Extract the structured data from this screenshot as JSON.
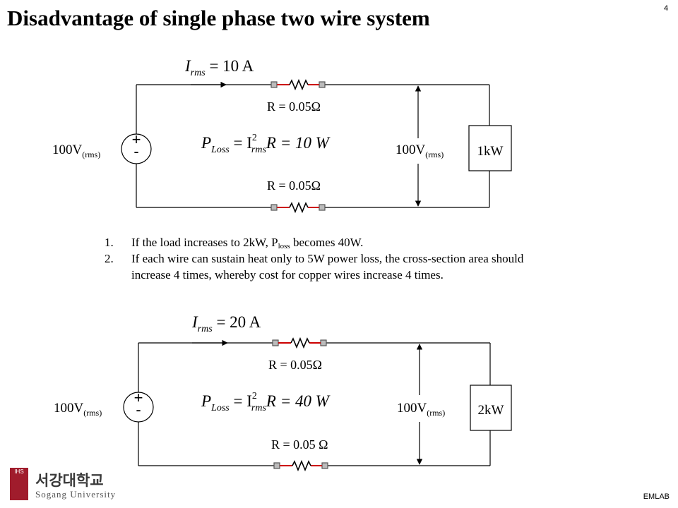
{
  "page": {
    "title": "Disadvantage of single phase two wire system",
    "page_number": "4",
    "lab_label": "EMLAB"
  },
  "circuit1": {
    "current": "I",
    "current_sub": "rms",
    "current_value": " = 10 A",
    "resistor_top": "R = 0.05Ω",
    "resistor_bottom": "R = 0.05Ω",
    "loss_p": "P",
    "loss_sub": "Loss",
    "loss_mid": " = I",
    "loss_sup": "2",
    "loss_sub2": "rms",
    "loss_tail": "R = 10 W",
    "source_voltage": "100V",
    "source_voltage_sub": "(rms)",
    "load_voltage": "100V",
    "load_voltage_sub": "(rms)",
    "load": "1kW",
    "plus": "+",
    "minus": "-"
  },
  "circuit2": {
    "current": "I",
    "current_sub": "rms",
    "current_value": " = 20 A",
    "resistor_top": "R = 0.05Ω",
    "resistor_bottom": "R = 0.05 Ω",
    "loss_p": "P",
    "loss_sub": "Loss",
    "loss_mid": " = I",
    "loss_sup": "2",
    "loss_sub2": "rms",
    "loss_tail": "R = 40 W",
    "source_voltage": "100V",
    "source_voltage_sub": "(rms)",
    "load_voltage": "100V",
    "load_voltage_sub": "(rms)",
    "load": "2kW",
    "plus": "+",
    "minus": "-"
  },
  "notes": [
    {
      "num": "1.",
      "pre": "If the load increases to 2kW,  P",
      "sub": "loss",
      "post": " becomes 40W."
    },
    {
      "num": "2.",
      "pre": "If each wire can sustain heat only to 5W power loss,  the cross-section area should increase 4 times, whereby cost for copper wires increase 4 times.",
      "sub": "",
      "post": ""
    }
  ],
  "logo": {
    "seal": "IHS",
    "korean": "서강대학교",
    "english": "Sogang University"
  }
}
